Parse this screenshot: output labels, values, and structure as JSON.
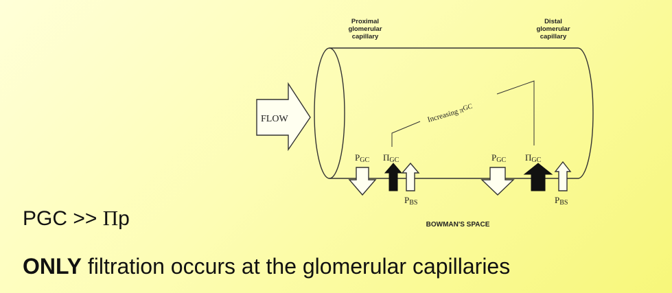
{
  "diagram": {
    "proximal_label": [
      "Proximal",
      "glomerular",
      "capillary"
    ],
    "distal_label": [
      "Distal",
      "glomerular",
      "capillary"
    ],
    "flow_label": "FLOW",
    "trend_label_main": "Increasing π",
    "trend_label_sub": "GC",
    "p_symbol": "P",
    "gc_sub": "GC",
    "pi_symbol": "Π",
    "bs_sub": "BS",
    "bowmans_space": "BOWMAN'S SPACE"
  },
  "text": {
    "formula_left": "PGC >> ",
    "formula_pi": "Π",
    "formula_right": "p",
    "statement_bold": "ONLY",
    "statement_rest": " filtration occurs at the glomerular capillaries"
  }
}
